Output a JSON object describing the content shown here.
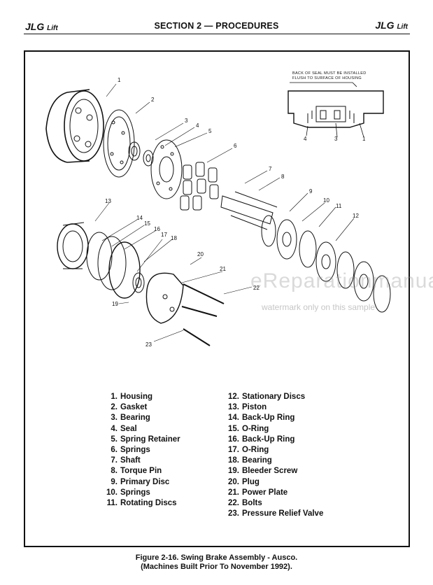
{
  "header": {
    "left_brand": "JLG",
    "left_suffix": "Lift",
    "section_title": "SECTION 2 — PROCEDURES",
    "right_brand": "JLG",
    "right_suffix": "Lift"
  },
  "inset_note": {
    "line1": "BACK OF SEAL MUST BE INSTALLED",
    "line2": "FLUSH TO SURFACE OF HOUSING"
  },
  "callouts": {
    "c1": "1",
    "c2": "2",
    "c3": "3",
    "c4": "4",
    "c5": "5",
    "c6": "6",
    "c7": "7",
    "c8": "8",
    "c9": "9",
    "c10": "10",
    "c11": "11",
    "c12": "12",
    "c13": "13",
    "c14": "14",
    "c15": "15",
    "c16": "16",
    "c17": "17",
    "c18": "18",
    "c19": "19",
    "c20": "20",
    "c21": "21",
    "c22": "22",
    "c23": "23",
    "inset4": "4",
    "inset3": "3",
    "inset1": "1"
  },
  "legend_left": [
    {
      "num": "1.",
      "label": "Housing"
    },
    {
      "num": "2.",
      "label": "Gasket"
    },
    {
      "num": "3.",
      "label": "Bearing"
    },
    {
      "num": "4.",
      "label": "Seal"
    },
    {
      "num": "5.",
      "label": "Spring Retainer"
    },
    {
      "num": "6.",
      "label": "Springs"
    },
    {
      "num": "7.",
      "label": "Shaft"
    },
    {
      "num": "8.",
      "label": "Torque Pin"
    },
    {
      "num": "9.",
      "label": "Primary Disc"
    },
    {
      "num": "10.",
      "label": "Springs"
    },
    {
      "num": "11.",
      "label": "Rotating Discs"
    }
  ],
  "legend_right": [
    {
      "num": "12.",
      "label": "Stationary Discs"
    },
    {
      "num": "13.",
      "label": "Piston"
    },
    {
      "num": "14.",
      "label": "Back-Up Ring"
    },
    {
      "num": "15.",
      "label": "O-Ring"
    },
    {
      "num": "16.",
      "label": "Back-Up Ring"
    },
    {
      "num": "17.",
      "label": "O-Ring"
    },
    {
      "num": "18.",
      "label": "Bearing"
    },
    {
      "num": "19.",
      "label": "Bleeder Screw"
    },
    {
      "num": "20.",
      "label": "Plug"
    },
    {
      "num": "21.",
      "label": "Power Plate"
    },
    {
      "num": "22.",
      "label": "Bolts"
    },
    {
      "num": "23.",
      "label": "Pressure Relief Valve"
    }
  ],
  "watermark": {
    "main": "eReparationmanual.com",
    "sub": "watermark only on this sample"
  },
  "caption": {
    "line1": "Figure 2-16. Swing Brake Assembly - Ausco.",
    "line2": "(Machines Built Prior To November 1992)."
  }
}
